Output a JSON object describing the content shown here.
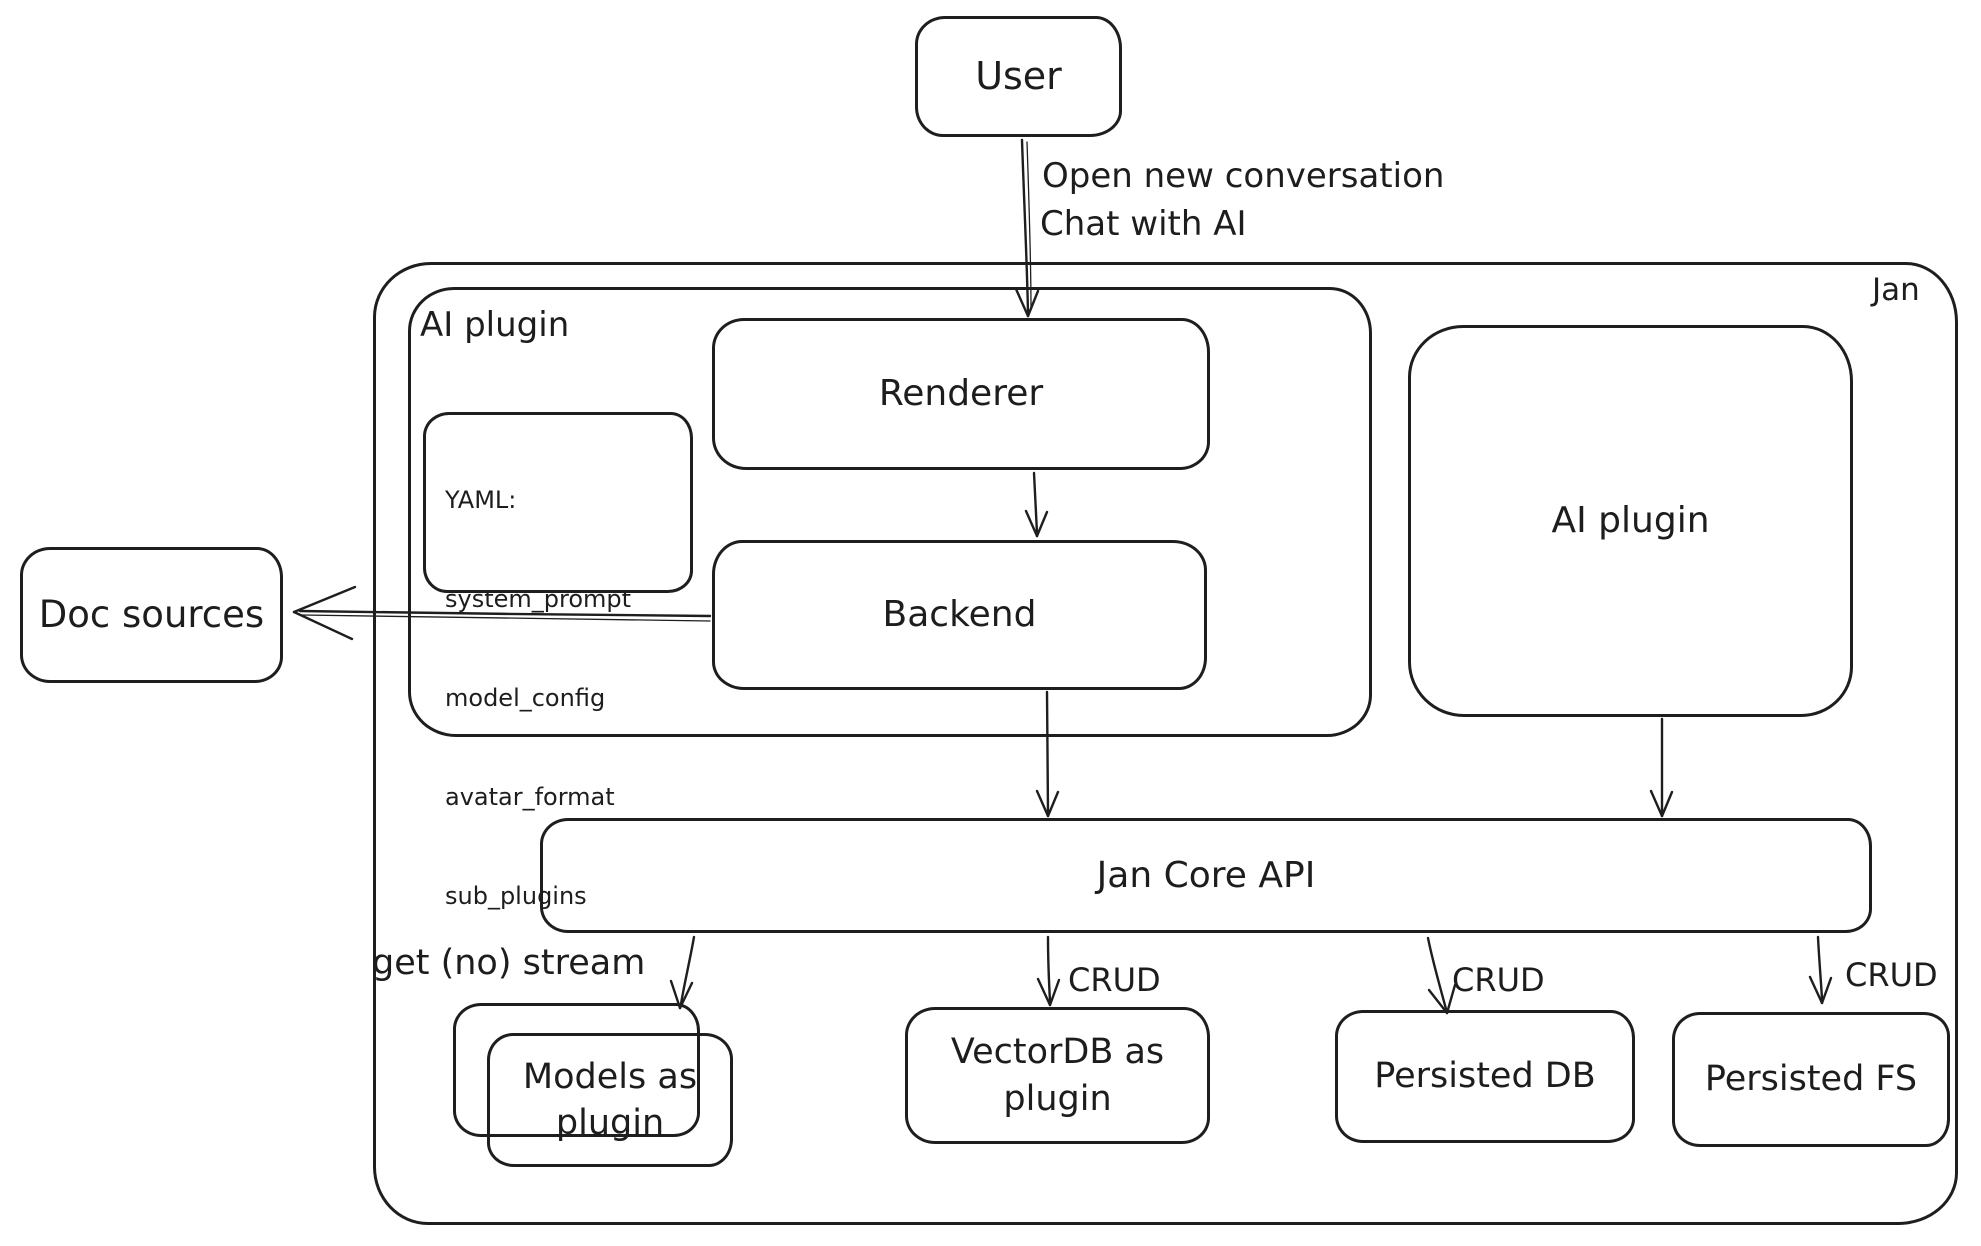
{
  "colors": {
    "stroke": "#1e1e1e",
    "background": "#ffffff"
  },
  "nodes": {
    "user": {
      "label": "User"
    },
    "jan_container": {
      "label": "Jan"
    },
    "ai_plugin_container": {
      "label": "AI plugin"
    },
    "renderer": {
      "label": "Renderer"
    },
    "backend": {
      "label": "Backend"
    },
    "yaml_note": {
      "title": "YAML:",
      "fields": [
        "system_prompt",
        "model_config",
        "avatar_format",
        "sub_plugins"
      ]
    },
    "doc_sources": {
      "label": "Doc sources"
    },
    "ai_plugin_right": {
      "label": "AI plugin"
    },
    "jan_core_api": {
      "label": "Jan Core API"
    },
    "models_as_plugin": {
      "line1": "Models as",
      "line2": "plugin"
    },
    "vectordb_as_plugin": {
      "line1": "VectorDB as",
      "line2": "plugin"
    },
    "persisted_db": {
      "label": "Persisted DB"
    },
    "persisted_fs": {
      "label": "Persisted FS"
    }
  },
  "edges": {
    "user_to_renderer": {
      "label_line1": "Open new conversation",
      "label_line2": "Chat with AI"
    },
    "jan_core_to_models": {
      "label": "get (no) stream"
    },
    "jan_core_to_vectordb": {
      "label": "CRUD"
    },
    "jan_core_to_persisted_db": {
      "label": "CRUD"
    },
    "jan_core_to_persisted_fs": {
      "label": "CRUD"
    }
  }
}
